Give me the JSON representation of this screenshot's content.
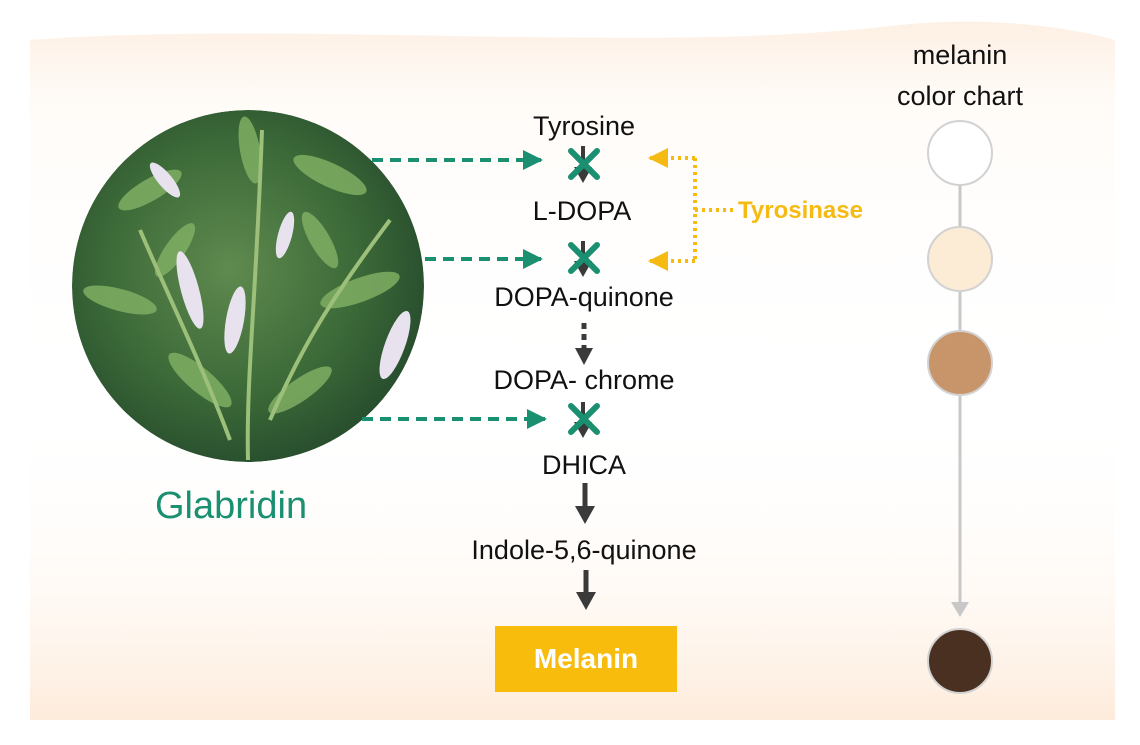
{
  "inhibitor": {
    "name": "Glabridin"
  },
  "enzyme": {
    "name": "Tyrosinase"
  },
  "pathway": {
    "steps": [
      "Tyrosine",
      "L-DOPA",
      "DOPA-quinone",
      "DOPA- chrome",
      "DHICA",
      "Indole-5,6-quinone"
    ],
    "product": "Melanin"
  },
  "color_chart": {
    "title_line1": "melanin",
    "title_line2": "color chart",
    "swatches": [
      "#ffffff",
      "#fcebd5",
      "#c8956a",
      "#4a3020"
    ]
  },
  "colors": {
    "inhibition": "#1a9070",
    "enzyme": "#f5bb12",
    "product_box": "#f8bc0c",
    "arrow": "#3a3a3a",
    "chart_line": "#c8c8c8"
  }
}
